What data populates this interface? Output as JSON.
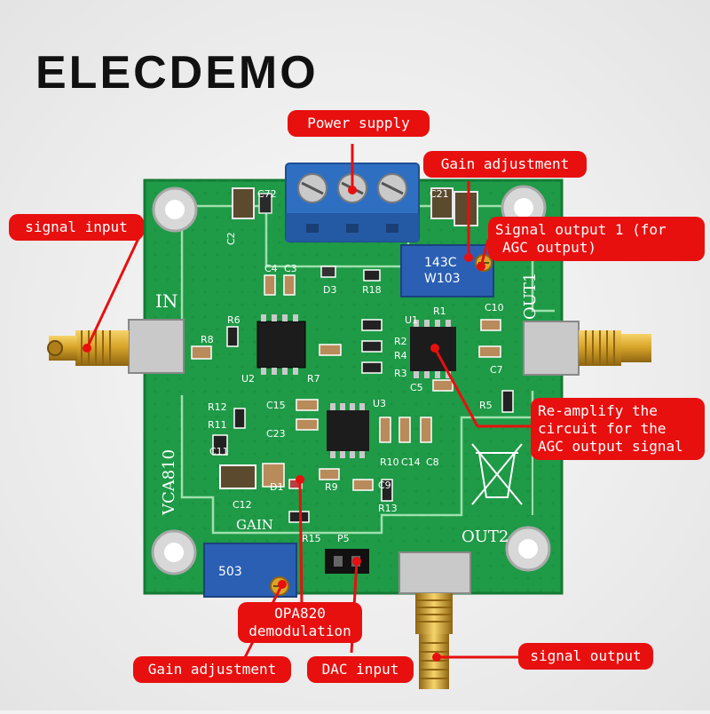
{
  "brand": "ELECDEMO",
  "callouts": {
    "power_supply": "Power supply",
    "gain_adjustment_top": "Gain adjustment",
    "signal_input": "signal input",
    "signal_output_1_line1": "Signal output 1 (for",
    "signal_output_1_line2": "AGC output)",
    "reamplify_line1": "Re-amplify the",
    "reamplify_line2": "circuit for the",
    "reamplify_line3": "AGC output signal",
    "opa820_line1": "OPA820",
    "opa820_line2": "demodulation",
    "gain_adjustment_bottom": "Gain adjustment",
    "dac_input": "DAC input",
    "signal_output": "signal output"
  },
  "board_labels": {
    "in": "IN",
    "out1": "OUT1",
    "out2": "OUT2",
    "gain": "GAIN",
    "vca810": "VCA810",
    "pot_top_1": "143C",
    "pot_top_2": "W103",
    "pot_bottom": "503",
    "u1": "U1",
    "u2": "U2",
    "u3": "U3",
    "c72": "C72",
    "c2": "C2",
    "c21": "C21",
    "c4": "C4",
    "c3": "C3",
    "d3": "D3",
    "r18": "R18",
    "r1": "R1",
    "r2": "R2",
    "r3": "R3",
    "r4": "R4",
    "r5": "R5",
    "r6": "R6",
    "r7": "R7",
    "r8": "R8",
    "r9": "R9",
    "r10": "R10",
    "r11": "R11",
    "r12": "R12",
    "r13": "R13",
    "r15": "R15",
    "c5": "C5",
    "c7": "C7",
    "c8": "C8",
    "c9": "C9",
    "c10": "C10",
    "c11": "C11",
    "c12": "C12",
    "c14": "C14",
    "c15": "C15",
    "c23": "C23",
    "d1": "D1",
    "p5": "P5"
  },
  "colors": {
    "pcb": "#1f9a47",
    "callout": "#e80f0f",
    "terminal": "#2f6fc2",
    "gold": "#d9a62a"
  }
}
